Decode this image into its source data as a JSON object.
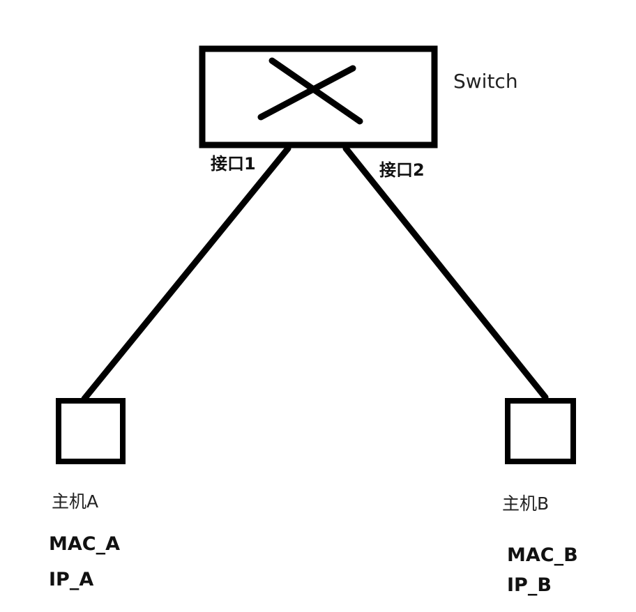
{
  "switch": {
    "label": "Switch",
    "ports": [
      {
        "label": "接口1"
      },
      {
        "label": "接口2"
      }
    ]
  },
  "hosts": [
    {
      "name": "主机A",
      "mac": "MAC_A",
      "ip": "IP_A"
    },
    {
      "name": "主机B",
      "mac": "MAC_B",
      "ip": "IP_B"
    }
  ],
  "colors": {
    "stroke": "#000000",
    "background": "#ffffff"
  }
}
